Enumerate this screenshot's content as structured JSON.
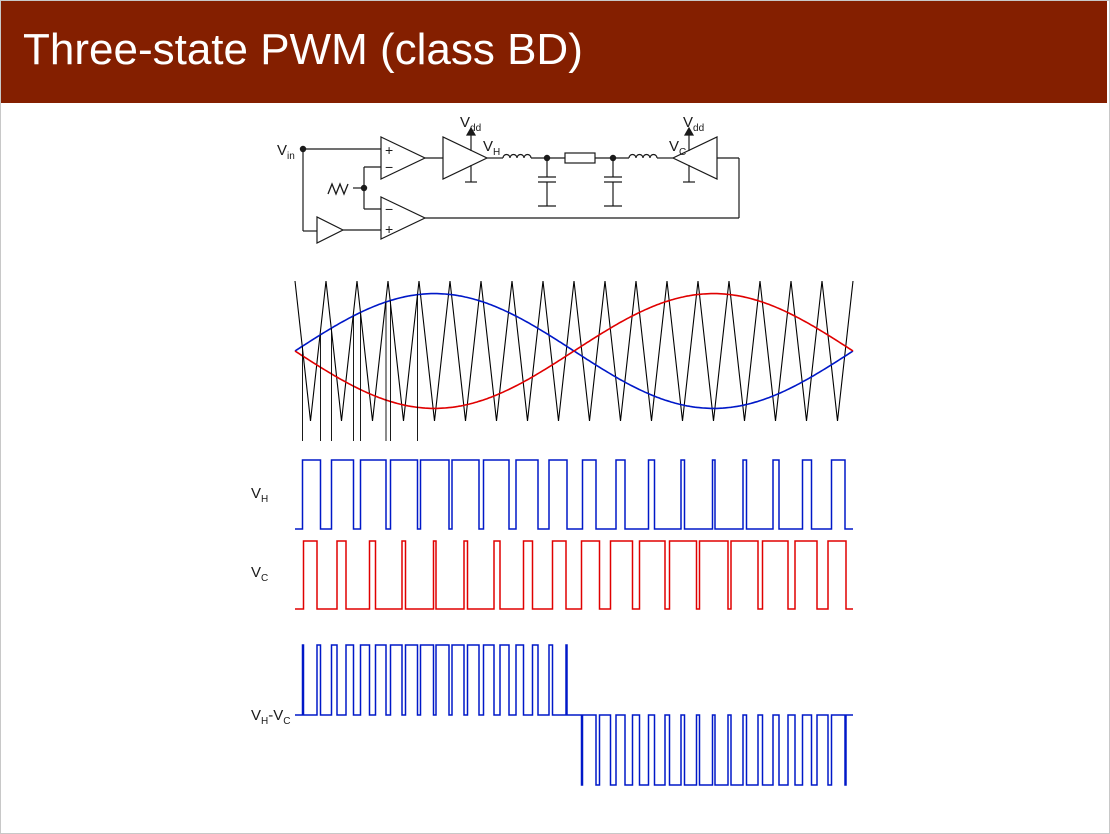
{
  "slide": {
    "title": "Three-state PWM (class BD)"
  },
  "circuit": {
    "vin": {
      "main": "V",
      "sub": "in"
    },
    "vdd_h": {
      "main": "V",
      "sub": "dd"
    },
    "vdd_c": {
      "main": "V",
      "sub": "dd"
    },
    "vh": {
      "main": "V",
      "sub": "H"
    },
    "vc": {
      "main": "V",
      "sub": "C"
    },
    "comp_top_plus": "+",
    "comp_top_minus": "−",
    "comp_bot_minus": "−",
    "comp_bot_plus": "+"
  },
  "waveforms": {
    "vh_label": {
      "main": "V",
      "sub": "H"
    },
    "vc_label": {
      "main": "V",
      "sub": "C"
    },
    "diff_label": {
      "main1": "V",
      "sub1": "H",
      "dash": "-",
      "main2": "V",
      "sub2": "C"
    },
    "carrier_periods": 18,
    "modulation_depth": 0.82
  },
  "colors": {
    "title_bg": "#841f00",
    "title_text": "#ffffff",
    "vh_blue": "#0018c8",
    "vc_red": "#e00000",
    "carrier": "#000000"
  }
}
